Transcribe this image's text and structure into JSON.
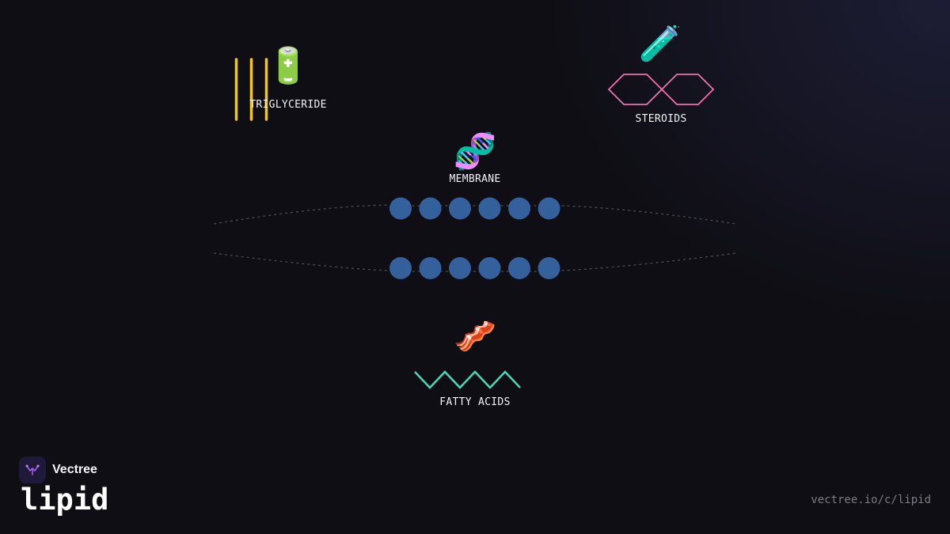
{
  "nodes": {
    "triglyceride": {
      "label": "TRIGLYCERIDE",
      "icon": "battery-icon",
      "glyph": "🔋",
      "color": "#f5c518"
    },
    "steroids": {
      "label": "STEROIDS",
      "icon": "test-tube-icon",
      "glyph": "🧪",
      "color": "#f06fae"
    },
    "membrane": {
      "label": "MEMBRANE",
      "icon": "dna-icon",
      "glyph": "🧬",
      "color": "#3b6fb0"
    },
    "fatty_acids": {
      "label": "FATTY ACIDS",
      "icon": "bacon-icon",
      "glyph": "🥓",
      "color": "#49d6b4"
    }
  },
  "brand": {
    "name": "Vectree",
    "icon": "vectree-logo-icon",
    "accent": "#a45cf0"
  },
  "page": {
    "title": "lipid",
    "url": "vectree.io/c/lipid"
  }
}
